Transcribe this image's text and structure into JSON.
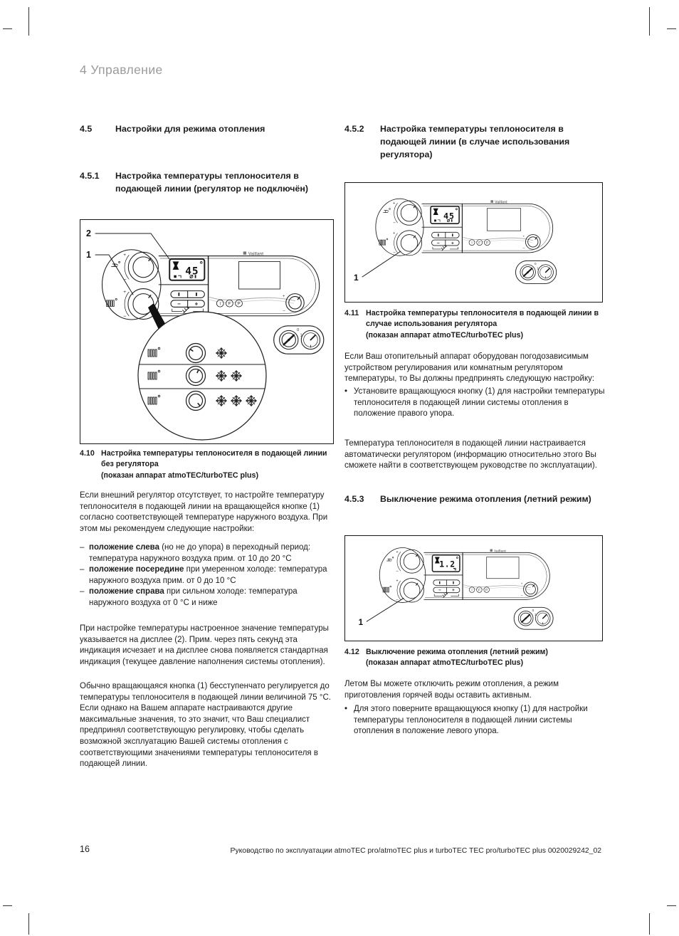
{
  "page": {
    "chapter": "4  Управление",
    "number": "16",
    "footer": "Руководство по эксплуатации atmoTEC pro/atmoTEC plus и turboTEC TEC pro/turboTEC plus 0020029242_02"
  },
  "markers": {
    "dash": "–",
    "bullet": "•"
  },
  "sections": {
    "s45": {
      "num": "4.5",
      "title": "Настройки для режима отопления"
    },
    "s451": {
      "num": "4.5.1",
      "title": "Настройка температуры теплоносителя в подающей линии (регулятор не подключён)"
    },
    "s452": {
      "num": "4.5.2",
      "title": "Настройка температуры теплоносителя в подающей линии (в случае использования регулятора)"
    },
    "s453": {
      "num": "4.5.3",
      "title": "Выключение режима отопления (летний режим)"
    }
  },
  "left": {
    "p1": "Если внешний регулятор отсутствует, то настройте температуру теплоносителя в подающей линии на вращающейся кнопке (1) согласно соответствующей температуре наружного воздуха. При этом мы рекомендуем следующие настройки:",
    "list": [
      {
        "lead": "положение слева",
        "rest": "(но не до упора) в переходный период: температура наружного воздуха прим. от 10 до 20 °C"
      },
      {
        "lead": "положение посередине",
        "rest": "при умеренном холоде: температура наружного воздуха прим. от 0 до 10 °C"
      },
      {
        "lead": "положение справа",
        "rest": "при сильном холоде: температура наружного воздуха от 0 °C и ниже"
      }
    ],
    "p2": "При настройке температуры настроенное значение температуры указывается на дисплее (2). Прим. через пять секунд эта индикация исчезает и на дисплее снова появляется стандартная индикация (текущее давление наполнения системы отопления).",
    "p3": "Обычно вращающаяся кнопка (1) бесступенчато регулируется до температуры теплоносителя в подающей линии величиной 75 °C. Если однако на Вашем аппарате настраиваются другие максимальные значения, то это значит, что Ваш специалист предпринял соответствующую регулировку, чтобы сделать возможной эксплуатацию Вашей системы отопления с соответствующими значениями температуры теплоносителя в подающей линии."
  },
  "right": {
    "p1": "Если Ваш отопительный аппарат оборудован погодозависимым устройством регулирования или комнатным регулятором температуры, то Вы должны предпринять следующую настройку:",
    "b1": "Установите вращающуюся кнопку (1) для настройки температуры теплоносителя в подающей линии системы отопления в положение правого упора.",
    "p2": "Температура теплоносителя в подающей линии настраивается автоматически регулятором (информацию относительно этого Вы сможете найти в соответствующем руководстве по эксплуатации).",
    "p3": "Летом Вы можете отключить режим отопления, а режим приготовления горячей воды оставить активным.",
    "b2": "Для этого поверните вращающуюся кнопку (1) для настройки температуры теплоносителя в подающей линии системы отопления в положение левого упора."
  },
  "figures": {
    "panel": {
      "logo": "Vaillant",
      "buttons": [
        "i",
        "F",
        "P"
      ],
      "switch_labels": [
        "0",
        "1"
      ],
      "minus": "−",
      "plus": "+"
    },
    "f410": {
      "num": "4.10",
      "caption": "Настройка температуры теплоносителя в подающей линии без регулятора",
      "note": "(показан аппарат atmoTEC/turboTEC plus)",
      "display_value": "45",
      "callout_knob": "1",
      "callout_display": "2",
      "zoom_rows": [
        {
          "snowflakes": 1
        },
        {
          "snowflakes": 2
        },
        {
          "snowflakes": 3
        }
      ]
    },
    "f411": {
      "num": "4.11",
      "caption": "Настройка температуры теплоносителя в подающей линии в случае использования регулятора",
      "note": "(показан аппарат atmoTEC/turboTEC plus)",
      "display_value": "45",
      "callout_knob": "1"
    },
    "f412": {
      "num": "4.12",
      "caption": "Выключение режима отопления (летний режим)",
      "note": "(показан аппарат atmoTEC/turboTEC plus)",
      "display_value": "1.2",
      "callout_knob": "1"
    }
  }
}
